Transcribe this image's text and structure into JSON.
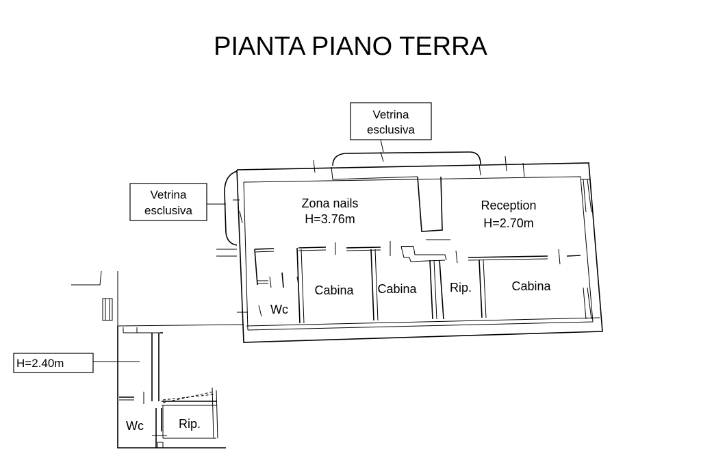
{
  "title": "PIANTA PIANO TERRA",
  "callouts": {
    "vetrina_top": {
      "line1": "Vetrina",
      "line2": "esclusiva"
    },
    "vetrina_left": {
      "line1": "Vetrina",
      "line2": "esclusiva"
    },
    "height_lower": {
      "text": "H=2.40m"
    }
  },
  "rooms": {
    "zona_nails": {
      "name": "Zona nails",
      "height": "H=3.76m"
    },
    "reception": {
      "name": "Reception",
      "height": "H=2.70m"
    },
    "cabina_1": {
      "name": "Cabina"
    },
    "cabina_2": {
      "name": "Cabina"
    },
    "cabina_3": {
      "name": "Cabina"
    },
    "rip_upper": {
      "name": "Rip."
    },
    "wc_upper": {
      "name": "Wc"
    },
    "wc_lower": {
      "name": "Wc"
    },
    "rip_lower": {
      "name": "Rip."
    }
  }
}
